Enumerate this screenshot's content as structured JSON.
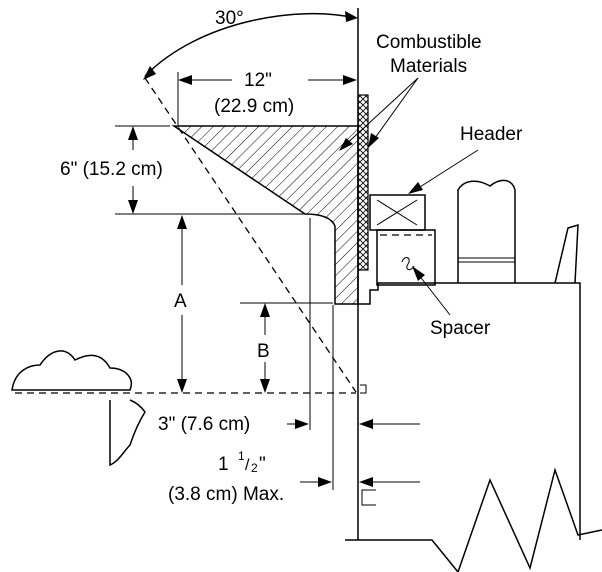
{
  "labels": {
    "angle": "30°",
    "width_in": "12\"",
    "width_cm": "(22.9 cm)",
    "height": "6\" (15.2 cm)",
    "combustible_1": "Combustible",
    "combustible_2": "Materials",
    "header": "Header",
    "spacer": "Spacer",
    "dim_a": "A",
    "dim_b": "B",
    "gap_3in": "3\" (7.6 cm)",
    "gap_max_whole": "1",
    "gap_max_num": "1",
    "gap_max_slash": "/",
    "gap_max_den": "2",
    "gap_max_in": "\"",
    "gap_max_cm": "(3.8 cm) Max."
  }
}
